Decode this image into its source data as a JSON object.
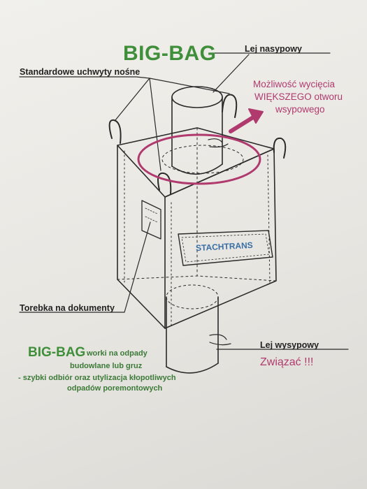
{
  "title": "BIG-BAG",
  "labels": {
    "top_spout": "Lej nasypowy",
    "handles": "Standardowe uchwyty nośne",
    "document_pouch": "Torebka na dokumenty",
    "bottom_spout": "Lej wysypowy"
  },
  "pink_note": {
    "line1": "Możliwość wycięcia",
    "line2": "WIĘKSZEGO otworu",
    "line3": "wsypowego",
    "tie": "Związać !!!"
  },
  "brand_label": "STACHTRANS",
  "footer": {
    "title": "BIG-BAG",
    "line1": "worki na odpady",
    "line2": "budowlane lub gruz",
    "line3": "- szybki odbiór oraz utylizacja kłopotliwych",
    "line4": "odpadów poremontowych"
  },
  "colors": {
    "green": "#3f8f3a",
    "pink": "#b03a6e",
    "ink": "#222222",
    "stamp_blue": "#3a6fa6"
  }
}
